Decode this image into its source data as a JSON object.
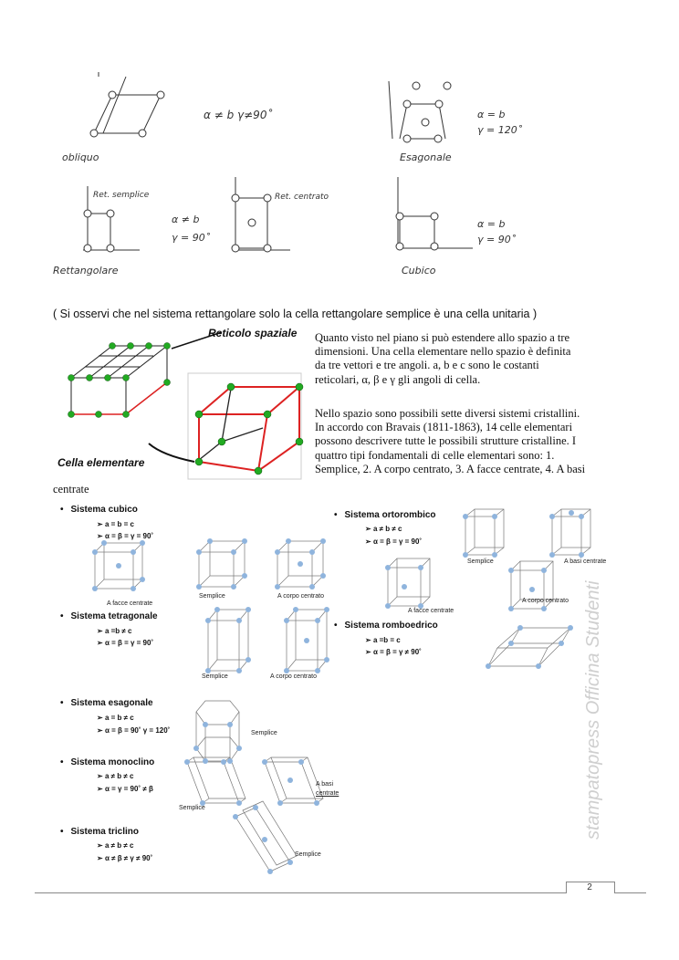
{
  "sketches": {
    "obliquo": {
      "name": "obliquo",
      "cond": "α ≠ b   γ≠90˚"
    },
    "esagonale": {
      "name": "Esagonale",
      "cond1": "α = b",
      "cond2": "γ = 120˚"
    },
    "rett_semplice": "Ret. semplice",
    "rett_centrato": "Ret. centrato",
    "rettangolare": {
      "name": "Rettangolare",
      "cond1": "α ≠ b",
      "cond2": "γ = 90˚"
    },
    "cubico": {
      "name": "Cubico",
      "cond1": "α = b",
      "cond2": "γ = 90˚"
    }
  },
  "note": "( Si osservi che nel sistema rettangolare solo la cella rettangolare semplice è una cella unitaria )",
  "labels": {
    "reticolo": "Reticolo spaziale",
    "cella": "Cella elementare"
  },
  "paragraph1": [
    "Quanto visto nel piano si può estendere allo spazio a tre",
    "dimensioni.  Una cella elementare nello spazio è definita",
    "da tre vettori e tre angoli. a, b e c sono le costanti",
    "reticolari, α, β e γ gli angoli di cella."
  ],
  "paragraph2": [
    "Nello spazio sono possibili sette diversi sistemi cristallini.",
    "In accordo con Bravais (1811-1863), 14 celle elementari",
    "possono descrivere tutte le possibili strutture cristalline.  I",
    "quattro tipi fondamentali di celle elementari sono: 1.",
    "Semplice, 2. A corpo centrato, 3. A facce centrate, 4. A basi"
  ],
  "paragraph2_tail": "centrate",
  "systems": {
    "cubico": {
      "title": "Sistema cubico",
      "c1": "a = b = c",
      "c2": "α = β = γ = 90˚",
      "cap_fc": "A facce centrate",
      "cap_s": "Semplice",
      "cap_bc": "A corpo centrato"
    },
    "tetragonale": {
      "title": "Sistema tetragonale",
      "c1": "a =b ≠  c",
      "c2": "α = β = γ = 90˚",
      "cap_s": "Semplice",
      "cap_bc": "A corpo centrato"
    },
    "ortorombico": {
      "title": "Sistema ortorombico",
      "c1": "a ≠  b ≠  c",
      "c2": "α = β = γ = 90˚",
      "cap_s": "Semplice",
      "cap_b": "A basi centrate",
      "cap_fc": "A facce centrate",
      "cap_bc": "A corpo centrato"
    },
    "romboedrico": {
      "title": "Sistema romboedrico",
      "c1": "a =b = c",
      "c2": "α = β = γ ≠ 90˚"
    },
    "esagonale": {
      "title": "Sistema esagonale",
      "c1": "a =  b ≠  c",
      "c2": "α = β = 90˚ γ = 120˚",
      "cap_s": "Semplice"
    },
    "monoclino": {
      "title": "Sistema monoclino",
      "c1": "a ≠  b ≠  c",
      "c2": "α = γ = 90˚ ≠ β",
      "cap_s": "Semplice",
      "cap_b1": "A basi",
      "cap_b2": "centrate"
    },
    "triclino": {
      "title": "Sistema triclino",
      "c1": "a ≠  b ≠  c",
      "c2": "α ≠ β ≠ γ ≠ 90˚",
      "cap_s": "Semplice"
    }
  },
  "watermark": "stampatopress Officina Studenti",
  "page_number": "2",
  "colors": {
    "node_green": "#22aa22",
    "cell_red": "#dd2222",
    "node_blue": "#8fb4dd",
    "watermark": "#cfcfcf"
  }
}
